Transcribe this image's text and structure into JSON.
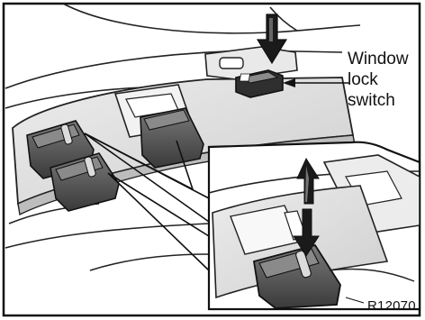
{
  "figure": {
    "callout_lines": [
      "Window",
      "lock",
      "switch"
    ],
    "reference_code": "R12070"
  },
  "colors": {
    "ink": "#111111",
    "panel_fill": "#dcdcdc",
    "switch_fill": "#4a4a4a",
    "switch_top": "#6e6e6e"
  },
  "icons": [
    "down-press-arrow-icon",
    "up-down-arrow-icon"
  ]
}
